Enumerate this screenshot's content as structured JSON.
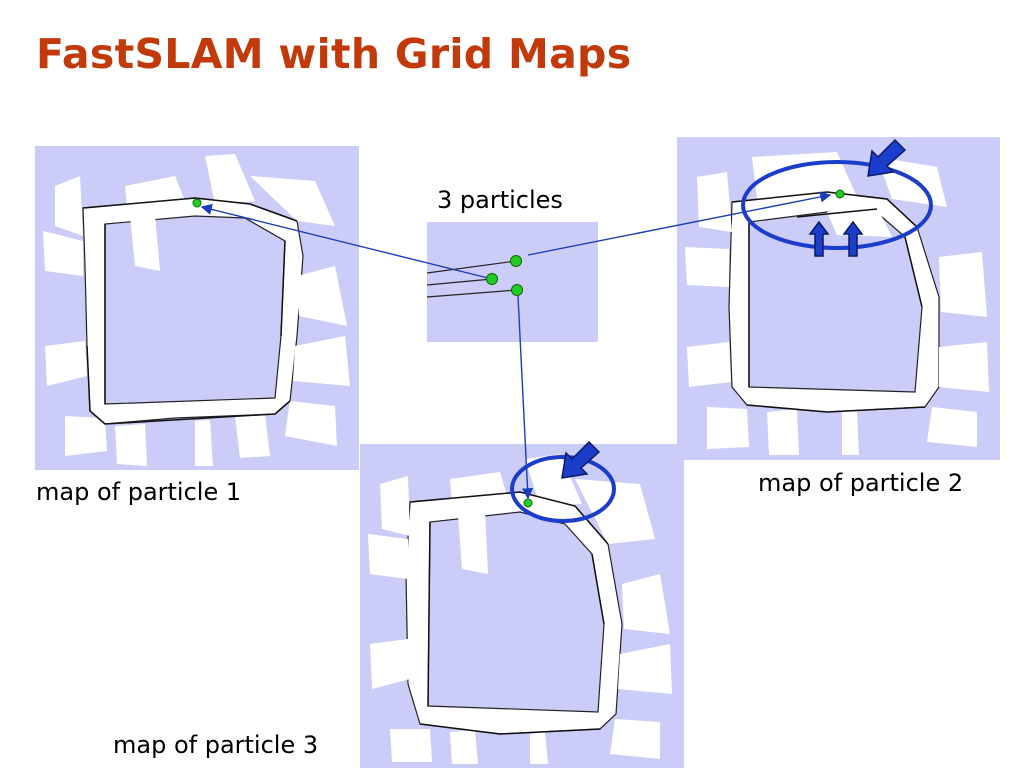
{
  "slide": {
    "title": "FastSLAM with Grid Maps",
    "title_color": "#c23a0a"
  },
  "particles": {
    "label": "3 particles"
  },
  "maps": [
    {
      "caption": "map of particle 1"
    },
    {
      "caption": "map of particle 2"
    },
    {
      "caption": "map of particle 3"
    }
  ],
  "colors": {
    "map_bg": "#ccccf8",
    "corridor": "#ffffff",
    "wall": "#111111",
    "particle": "#22cc22",
    "link": "#1a3dbb",
    "highlight": "#1a3dcc"
  }
}
